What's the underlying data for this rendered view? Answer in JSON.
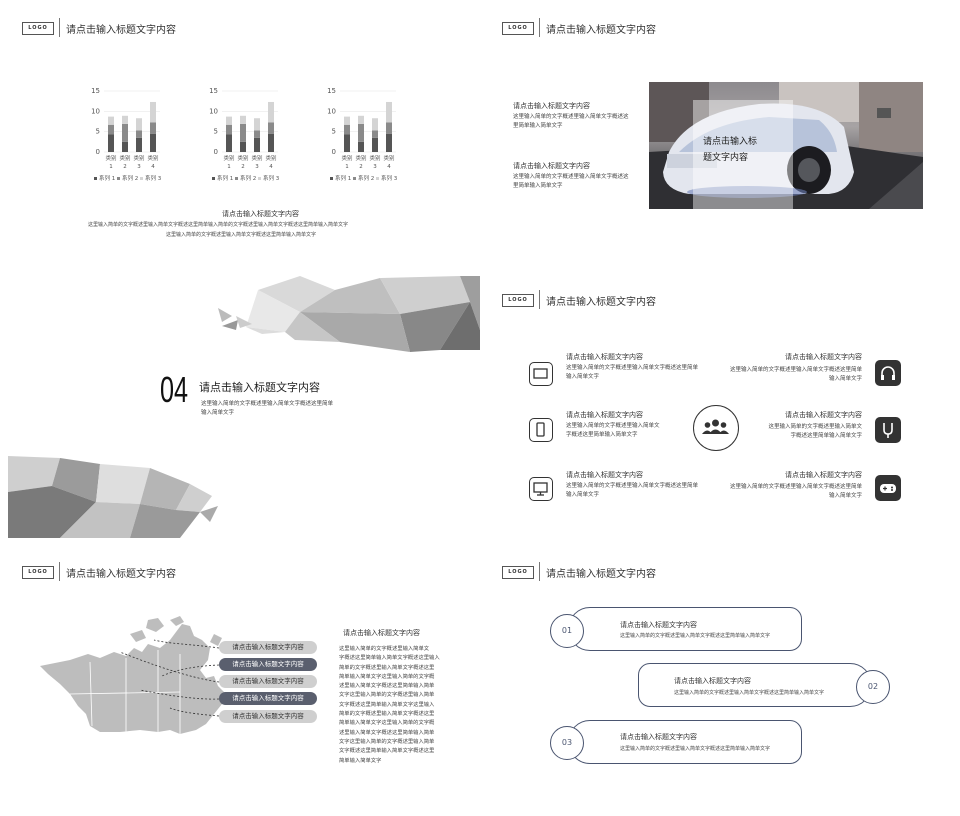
{
  "header_logo": "LOGO",
  "header_title": "请点击输入标题文字内容",
  "slide1": {
    "charts": [
      {
        "categories": [
          "类别1",
          "类别2",
          "类别3",
          "类别4"
        ]
      },
      {
        "categories": [
          "类别1",
          "类别2",
          "类别3",
          "类别4"
        ]
      },
      {
        "categories": [
          "类别1",
          "类别2",
          "类别3",
          "类别4"
        ]
      }
    ],
    "legend": [
      "系列 1",
      "系列 2",
      "系列 3"
    ],
    "title": "请点击输入标题文字内容",
    "body_line1": "这里输入简单的文字概述里输入简单文字概述这里简单输入简单的文字概述里输入简单文字概述这里简单输入简单文字",
    "body_line2": "这里输入简单的文字概述里输入简单文字概述这里简单输入简单文字"
  },
  "chart_data": [
    {
      "type": "bar",
      "categories": [
        "类别1",
        "类别2",
        "类别3",
        "类别4"
      ],
      "ylim": [
        0,
        15
      ],
      "yticks": [
        0,
        5,
        10,
        15
      ],
      "series": [
        {
          "name": "系列 1",
          "values": [
            4.3,
            2.5,
            3.5,
            4.5
          ]
        },
        {
          "name": "系列 2",
          "values": [
            2.4,
            4.4,
            1.8,
            2.8
          ]
        },
        {
          "name": "系列 3",
          "values": [
            2,
            2,
            3,
            5
          ]
        }
      ]
    },
    {
      "type": "bar",
      "categories": [
        "类别1",
        "类别2",
        "类别3",
        "类别4"
      ],
      "ylim": [
        0,
        15
      ],
      "yticks": [
        0,
        5,
        10,
        15
      ],
      "series": [
        {
          "name": "系列 1",
          "values": [
            4.3,
            2.5,
            3.5,
            4.5
          ]
        },
        {
          "name": "系列 2",
          "values": [
            2.4,
            4.4,
            1.8,
            2.8
          ]
        },
        {
          "name": "系列 3",
          "values": [
            2,
            2,
            3,
            5
          ]
        }
      ]
    },
    {
      "type": "bar",
      "categories": [
        "类别1",
        "类别2",
        "类别3",
        "类别4"
      ],
      "ylim": [
        0,
        15
      ],
      "yticks": [
        0,
        5,
        10,
        15
      ],
      "series": [
        {
          "name": "系列 1",
          "values": [
            4.3,
            2.5,
            3.5,
            4.5
          ]
        },
        {
          "name": "系列 2",
          "values": [
            2.4,
            4.4,
            1.8,
            2.8
          ]
        },
        {
          "name": "系列 3",
          "values": [
            2,
            2,
            3,
            5
          ]
        }
      ]
    }
  ],
  "slide2": {
    "item1_title": "请点击输入标题文字内容",
    "item1_body1": "这里输入简单的文字概述里输入简单文字概述这",
    "item1_body2": "里简单输入简单文字",
    "item2_title": "请点击输入标题文字内容",
    "item2_body1": "这里输入简单的文字概述里输入简单文字概述这",
    "item2_body2": "里简单输入简单文字",
    "overlay_line1": "请点击输入标",
    "overlay_line2": "题文字内容"
  },
  "slide3": {
    "number": "04",
    "title": "请点击输入标题文字内容",
    "body1": "这里输入简单的文字概述里输入简单文字概述这里简单",
    "body2": "输入简单文字"
  },
  "slide4": {
    "left": [
      {
        "title": "请点击输入标题文字内容",
        "b1": "这里输入简单的文字概述里输入简单文字概述这里简单",
        "b2": "输入简单文字"
      },
      {
        "title": "请点击输入标题文字内容",
        "b1": "这里输入简单的文字概述里输入简单文",
        "b2": "字概述这里简单输入简单文字"
      },
      {
        "title": "请点击输入标题文字内容",
        "b1": "这里输入简单的文字概述里输入简单文字概述这里简单",
        "b2": "输入简单文字"
      }
    ],
    "right": [
      {
        "title": "请点击输入标题文字内容",
        "b1": "这里输入简单的文字概述里输入简单文字概述这里简单",
        "b2": "输入简单文字"
      },
      {
        "title": "请点击输入标题文字内容",
        "b1": "这里输入简单的文字概述里输入简单文",
        "b2": "字概述这里简单输入简单文字"
      },
      {
        "title": "请点击输入标题文字内容",
        "b1": "这里输入简单的文字概述里输入简单文字概述这里简单",
        "b2": "输入简单文字"
      }
    ]
  },
  "slide5": {
    "pills": [
      "请点击输入标题文字内容",
      "请点击输入标题文字内容",
      "请点击输入标题文字内容",
      "请点击输入标题文字内容",
      "请点击输入标题文字内容"
    ],
    "side_title": "请点击输入标题文字内容",
    "side_body": [
      "这里输入简单的文字概述里输入简单文",
      "字概述这里简单输入简单文字概述这里输入",
      "简单的文字概述里输入简单文字概述这里",
      "简单输入简单文字这里输入简单的文字概",
      "述里输入简单文字概述这里简单输入简单",
      "文字这里输入简单的文字概述里输入简单",
      "文字概述这里简单输入简单文字这里输入",
      "简单的文字概述里输入简单文字概述这里",
      "简单输入简单文字这里输入简单的文字概",
      "述里输入简单文字概述这里简单输入简单",
      "文字这里输入简单的文字概述里输入简单",
      "文字概述这里简单输入简单文字概述这里",
      "简单输入简单文字"
    ]
  },
  "slide6": {
    "items": [
      {
        "num": "01",
        "title": "请点击输入标题文字内容",
        "body": "这里输入简单的文字概述里输入简单文字概述这里简单输入简单文字"
      },
      {
        "num": "02",
        "title": "请点击输入标题文字内容",
        "body": "这里输入简单的文字概述里输入简单文字概述这里简单输入简单文字"
      },
      {
        "num": "03",
        "title": "请点击输入标题文字内容",
        "body": "这里输入简单的文字概述里输入简单文字概述这里简单输入简单文字"
      }
    ]
  },
  "colors": {
    "dark": "#333333",
    "mid": "#777777",
    "light": "#cccccc",
    "navy": "#4a5570",
    "pill_dark": "#5a5f6e"
  }
}
